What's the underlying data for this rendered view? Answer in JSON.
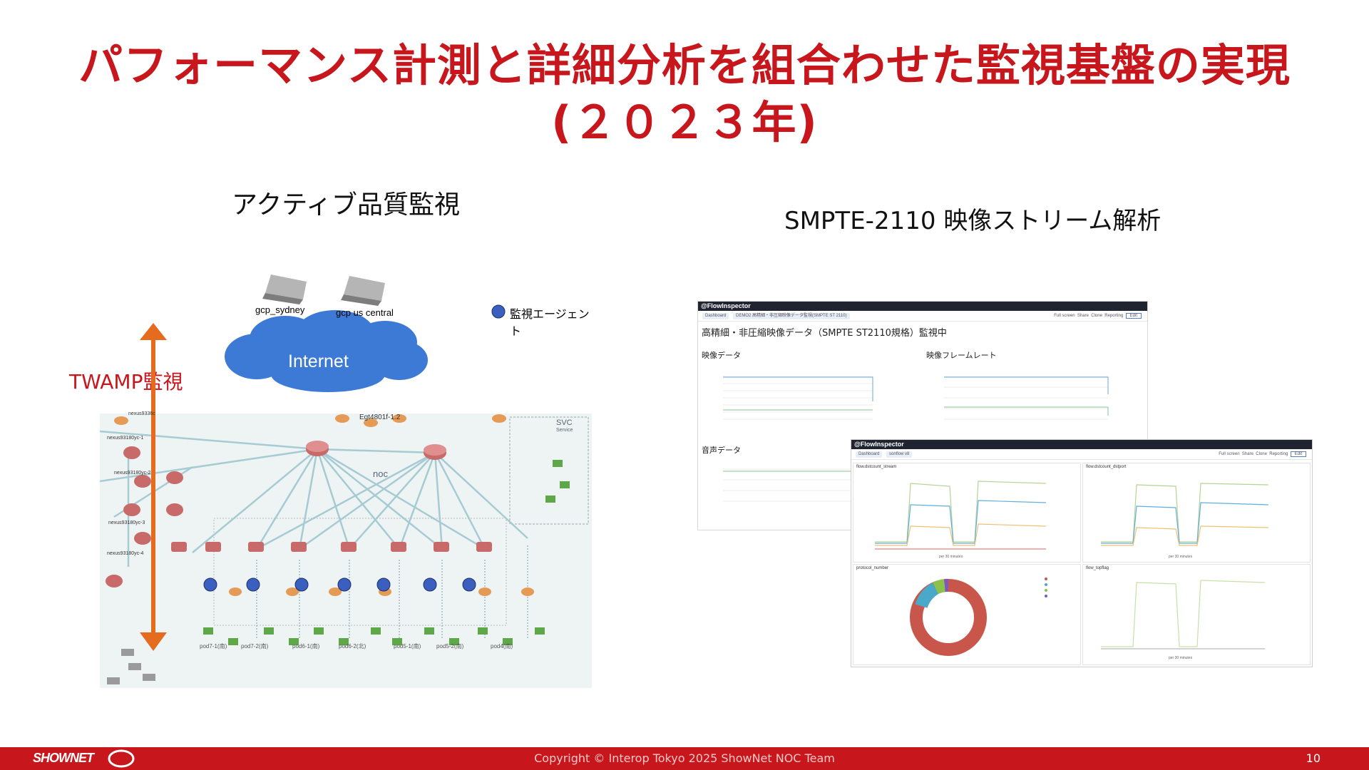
{
  "slide": {
    "title_line1": "パフォーマンス計測と詳細分析を組合わせた監視基盤の実現",
    "title_line2": "(２０２３年)",
    "left_heading": "アクティブ品質監視",
    "right_heading": "SMPTE-2110 映像ストリーム解析",
    "twamp_label": "TWAMP監視"
  },
  "network": {
    "internet_label": "Internet",
    "server_left": "gcp_sydney",
    "server_right": "gcp us central",
    "legend_label": "監視エージェント",
    "noc_label": "noc",
    "svc_label": "SVC",
    "svc_sub": "Service",
    "core_label": "Egt4801f-1.2",
    "pod_labels": [
      "pod7-1(南)",
      "pod7-2(南)",
      "pod6-1(南)",
      "pod6-2(北)",
      "pod5-1(南)",
      "pod5-2(南)",
      "pod4(南)"
    ],
    "side_labels": [
      "nexus9336c",
      "nexus93180yc-1",
      "nexus93180yc-2",
      "nexus93180yc-3",
      "nexus93180yc-4"
    ],
    "colors": {
      "agent": "#3a5fbf",
      "arrow": "#e56b1f",
      "cloud": "#3d7ad6"
    }
  },
  "dash_main": {
    "app_name": "@FlowInspector",
    "crumb1": "Dashboard",
    "crumb2": "DEMO2 高精細・非圧縮映像データ監視(SMPTE ST 2110)",
    "header_title": "高精細・非圧縮映像データ（SMPTE ST2110規格）監視中",
    "panel1_title": "映像データ",
    "panel2_title": "映像フレームレート",
    "panel3_title": "音声データ",
    "toolbar": [
      "Full screen",
      "Share",
      "Clone",
      "Reporting",
      "Edit"
    ]
  },
  "dash_overlay": {
    "app_name": "@FlowInspector",
    "crumb1": "Dashboard",
    "crumb2": "sonflow v8",
    "panel1_title": "flow.dstcount_stream",
    "panel2_title": "flow.dstcount_dstport",
    "panel3_title": "protocol_number",
    "panel4_title": "flow_topflag",
    "xlabel": "per 30 minutes",
    "toolbar": [
      "Full screen",
      "Share",
      "Clone",
      "Reporting",
      "Edit"
    ]
  },
  "footer": {
    "logo": "SHOWNET",
    "copyright": "Copyright © Interop Tokyo 2025 ShowNet NOC Team",
    "page_number": "10"
  }
}
